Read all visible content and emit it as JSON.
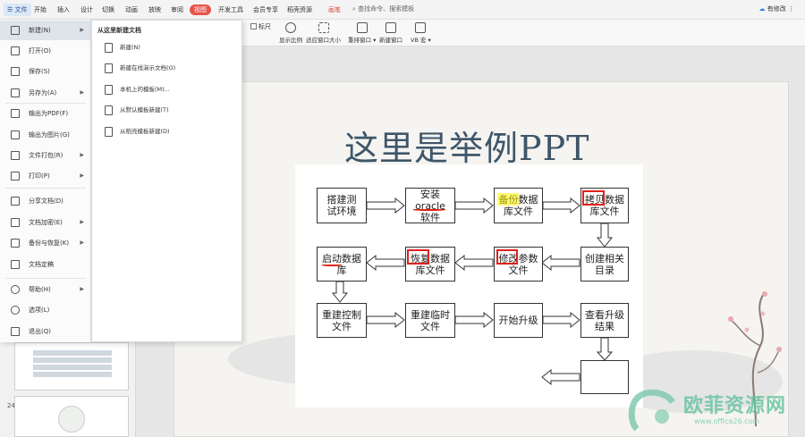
{
  "tabs": {
    "file": "文件",
    "items": [
      "开始",
      "插入",
      "设计",
      "切换",
      "动画",
      "放映",
      "审阅",
      "视图",
      "开发工具",
      "会员专享",
      "稻壳资源",
      "画笔"
    ],
    "active": "视图",
    "search": "查找命令、搜索模板",
    "unsaved": "有修改"
  },
  "ribbon": {
    "ruler": "标尺",
    "buttons": [
      "显示比例",
      "适应窗口大小",
      "重排窗口",
      "新建窗口",
      "VB 宏"
    ]
  },
  "file_menu": {
    "items": [
      {
        "label": "新建(N)",
        "icon": "new-icon",
        "arrow": true
      },
      {
        "label": "打开(O)",
        "icon": "open-folder-icon",
        "arrow": false
      },
      {
        "label": "保存(S)",
        "icon": "save-icon",
        "arrow": false
      },
      {
        "label": "另存为(A)",
        "icon": "save-as-icon",
        "arrow": true
      },
      {
        "label": "输出为PDF(F)",
        "icon": "pdf-icon",
        "arrow": false
      },
      {
        "label": "输出为图片(G)",
        "icon": "image-icon",
        "arrow": false
      },
      {
        "label": "文件打包(R)",
        "icon": "package-icon",
        "arrow": true
      },
      {
        "label": "打印(P)",
        "icon": "print-icon",
        "arrow": true
      },
      {
        "label": "分享文档(D)",
        "icon": "share-icon",
        "arrow": false
      },
      {
        "label": "文档加密(E)",
        "icon": "lock-icon",
        "arrow": true
      },
      {
        "label": "备份与恢复(K)",
        "icon": "backup-icon",
        "arrow": true
      },
      {
        "label": "文档定稿",
        "icon": "finalize-icon",
        "arrow": false
      },
      {
        "label": "帮助(H)",
        "icon": "help-icon",
        "arrow": true
      },
      {
        "label": "选项(L)",
        "icon": "gear-icon",
        "arrow": false
      },
      {
        "label": "退出(Q)",
        "icon": "exit-icon",
        "arrow": false
      }
    ]
  },
  "new_submenu": {
    "title": "从这里新建文档",
    "items": [
      {
        "label": "新建(N)",
        "icon": "new-doc-icon"
      },
      {
        "label": "新建在线演示文档(O)",
        "icon": "online-doc-icon"
      },
      {
        "label": "本机上的模板(M)...",
        "icon": "template-icon"
      },
      {
        "label": "从默认模板新建(T)",
        "icon": "default-template-icon"
      },
      {
        "label": "从稻壳模板新建(D)",
        "icon": "docer-template-icon"
      }
    ]
  },
  "thumbnails": {
    "slide_number": "24"
  },
  "slide": {
    "title": "这里是举例PPT",
    "flow": {
      "row1": [
        "搭建测试环境",
        "安装oracle软件",
        "备份数据库文件",
        "拷贝数据库文件"
      ],
      "row2": [
        "启动数据库",
        "恢复数据库文件",
        "修改参数文件",
        "创建相关目录"
      ],
      "row3": [
        "重建控制文件",
        "重建临时文件",
        "开始升级",
        "查看升级结果"
      ]
    }
  },
  "watermark": {
    "text": "欧菲资源网",
    "url": "www.office26.com"
  }
}
